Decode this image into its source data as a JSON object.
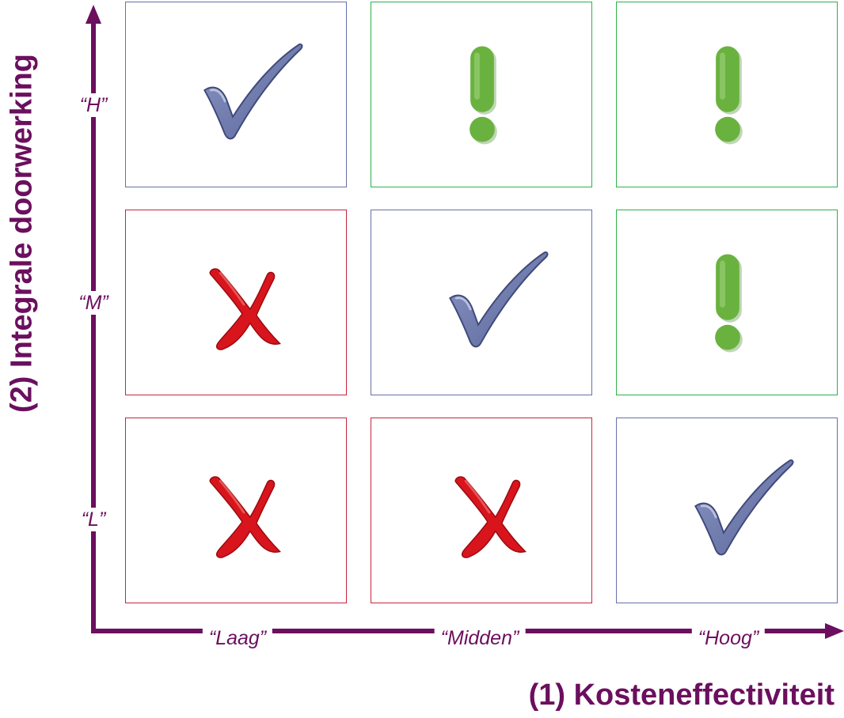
{
  "y_axis": {
    "title": "(2) Integrale doorwerking",
    "levels": [
      "“H”",
      "“M”",
      "“L”"
    ]
  },
  "x_axis": {
    "title": "(1) Kosteneffectiviteit",
    "levels": [
      "“Laag”",
      "“Midden”",
      "“Hoog”"
    ]
  },
  "colors": {
    "axis": "#6b0f5e",
    "check": "#5a6699",
    "check_border": "#6670a8",
    "warn": "#6ab23f",
    "warn_border": "#2db14a",
    "cross": "#d8151c",
    "cross_border": "#c8243e"
  },
  "matrix": [
    [
      "check-icon",
      "exclamation-icon",
      "exclamation-icon"
    ],
    [
      "cross-icon",
      "check-icon",
      "exclamation-icon"
    ],
    [
      "cross-icon",
      "cross-icon",
      "check-icon"
    ]
  ]
}
